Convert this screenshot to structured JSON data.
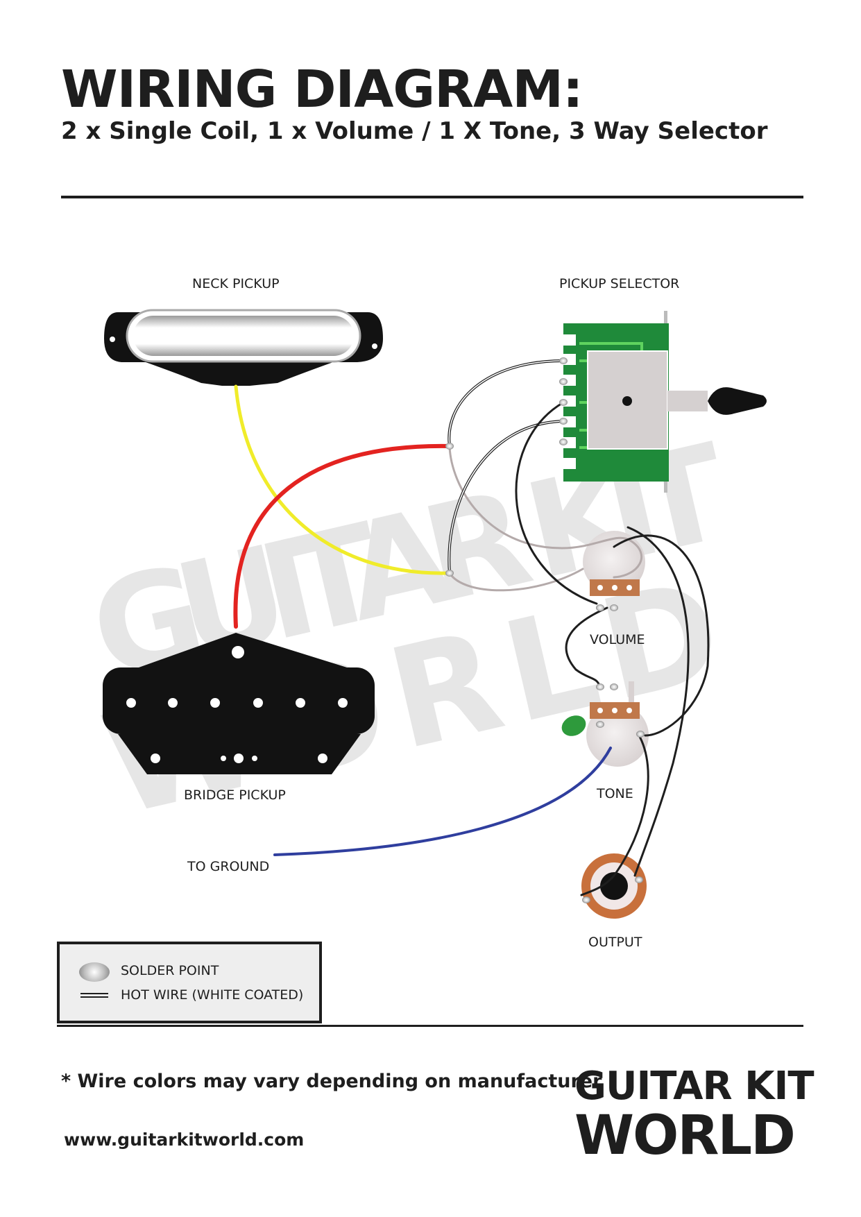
{
  "header": {
    "title": "WIRING DIAGRAM:",
    "subtitle": "2 x Single Coil, 1 x Volume / 1 X Tone, 3 Way Selector"
  },
  "labels": {
    "neck_pickup": "NECK PICKUP",
    "pickup_selector": "PICKUP SELECTOR",
    "volume": "VOLUME",
    "tone": "TONE",
    "bridge_pickup": "BRIDGE PICKUP",
    "to_ground": "TO GROUND",
    "output": "OUTPUT"
  },
  "watermark": {
    "line1": "GUITAR KIT",
    "line2": "WORLD"
  },
  "legend": {
    "solder_point": "SOLDER POINT",
    "hot_wire": "HOT WIRE (WHITE COATED)"
  },
  "footer": {
    "note": "* Wire colors may vary depending on manufacturer",
    "url": "www.guitarkitworld.com"
  },
  "brand": {
    "line1": "GUITAR KIT",
    "line2": "WORLD"
  },
  "colors": {
    "ink": "#1e1e1e",
    "neck_wire": "#f0ec2a",
    "bridge_wire": "#e32320",
    "ground_wire": "#2f3e9e",
    "pcb_green": "#1f8a3a",
    "pot_lug": "#c0784a",
    "jack_ring": "#c8703c",
    "capacitor": "#2e9a3c",
    "watermark": "#e6e6e6"
  }
}
